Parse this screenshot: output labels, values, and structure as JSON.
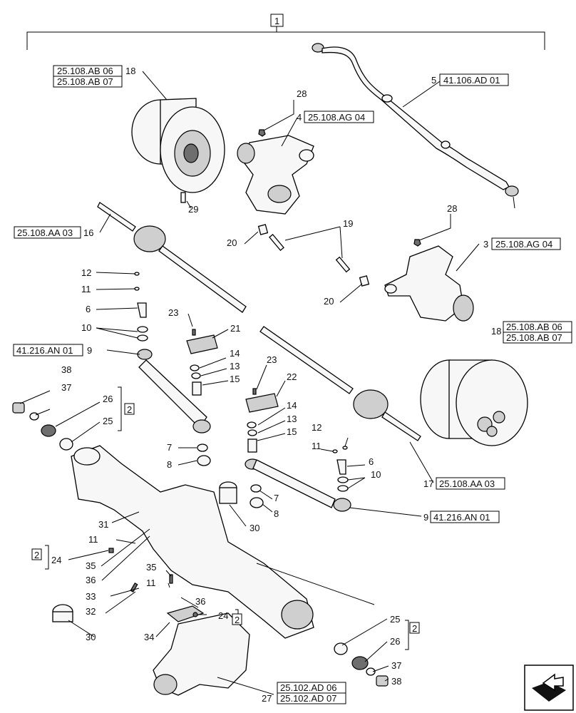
{
  "top_ref": "1",
  "callouts": {
    "c18a": "18",
    "c18b": "18",
    "c28a": "28",
    "c28b": "28",
    "c4": "4",
    "c5": "5",
    "c29": "29",
    "c16": "16",
    "c20a": "20",
    "c20b": "20",
    "c19": "19",
    "c3": "3",
    "c12a": "12",
    "c12b": "12",
    "c11a": "11",
    "c11b": "11",
    "c11c": "11",
    "c11d": "11",
    "c6a": "6",
    "c6b": "6",
    "c10a": "10",
    "c10b": "10",
    "c23a": "23",
    "c23b": "23",
    "c21": "21",
    "c22": "22",
    "c9a": "9",
    "c9b": "9",
    "c14a": "14",
    "c14b": "14",
    "c13a": "13",
    "c13b": "13",
    "c15a": "15",
    "c15b": "15",
    "c38a": "38",
    "c38b": "38",
    "c37a": "37",
    "c37b": "37",
    "c26a": "26",
    "c26b": "26",
    "c25a": "25",
    "c25b": "25",
    "c7a": "7",
    "c7b": "7",
    "c8a": "8",
    "c8b": "8",
    "c17": "17",
    "c31": "31",
    "c30a": "30",
    "c30b": "30",
    "c24a": "24",
    "c24b": "24",
    "c35": "35",
    "c36a": "36",
    "c36b": "36",
    "c33": "33",
    "c32": "32",
    "c34": "34",
    "c27": "27"
  },
  "groups": {
    "g2a": "2",
    "g2b": "2",
    "g2c": "2",
    "g2d": "2"
  },
  "refs": {
    "r18a1": "25.108.AB 06",
    "r18a2": "25.108.AB 07",
    "r4": "25.108.AG 04",
    "r5": "41.106.AD 01",
    "r16": "25.108.AA 03",
    "r3": "25.108.AG 04",
    "r18b1": "25.108.AB 06",
    "r18b2": "25.108.AB 07",
    "r9a": "41.216.AN 01",
    "r17": "25.108.AA 03",
    "r9b": "41.216.AN 01",
    "r27a": "25.102.AD 06",
    "r27b": "25.102.AD 07"
  }
}
